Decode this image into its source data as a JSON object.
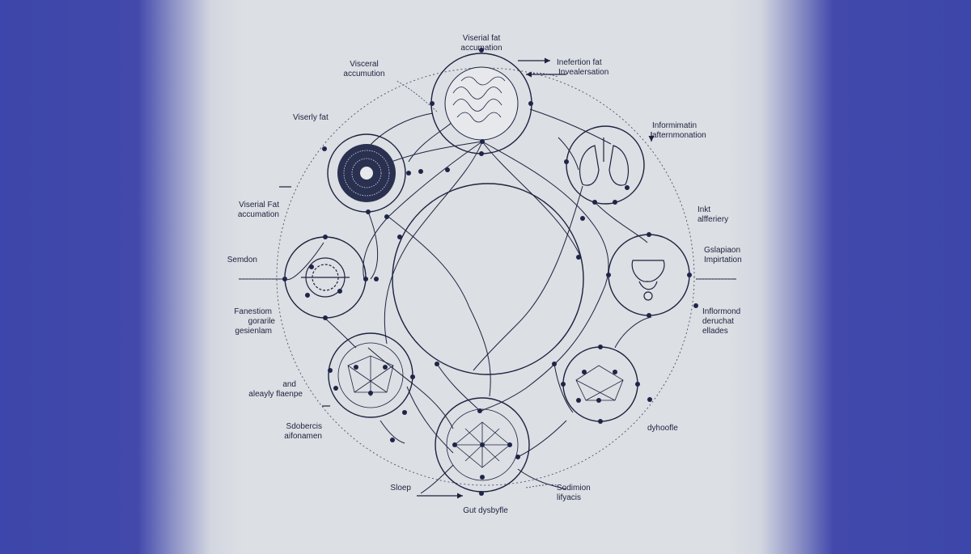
{
  "labels": {
    "top_center": [
      "Viserial fat",
      "accumation"
    ],
    "top_right": [
      "Inefertion fat",
      "Invealersation"
    ],
    "upper_left": [
      "Visceral",
      "accumution"
    ],
    "left_high": [
      "Viserly fat"
    ],
    "right_high": [
      "Informimatin",
      "afternmonation"
    ],
    "left_mid": [
      "Viserial Fat",
      "accumation"
    ],
    "right_mid": [
      "Inkt",
      "alfferiery"
    ],
    "left_center": [
      "Semdon"
    ],
    "right_center": [
      "Gslapiaon",
      "Impirtation"
    ],
    "left_low": [
      "Fanestiom",
      "gorarile",
      "gesienlam"
    ],
    "right_low": [
      "Inflormond",
      "deruchat",
      "ellades"
    ],
    "lower_left": [
      "and",
      "aleayly flaenpe"
    ],
    "bottom_left": [
      "Sdobercis",
      "aifonamen"
    ],
    "bottom_right": [
      "dyhoofle"
    ],
    "sleep": [
      "Sloep"
    ],
    "bottom_center": [
      "Gut dysbyfle"
    ],
    "bottom_right2": [
      "Sodimion",
      "lifyacis"
    ]
  },
  "colors": {
    "line": "#1c2240",
    "node": "#1e2547",
    "canvas": "#dcdfe3",
    "side": "#3f47a8"
  }
}
